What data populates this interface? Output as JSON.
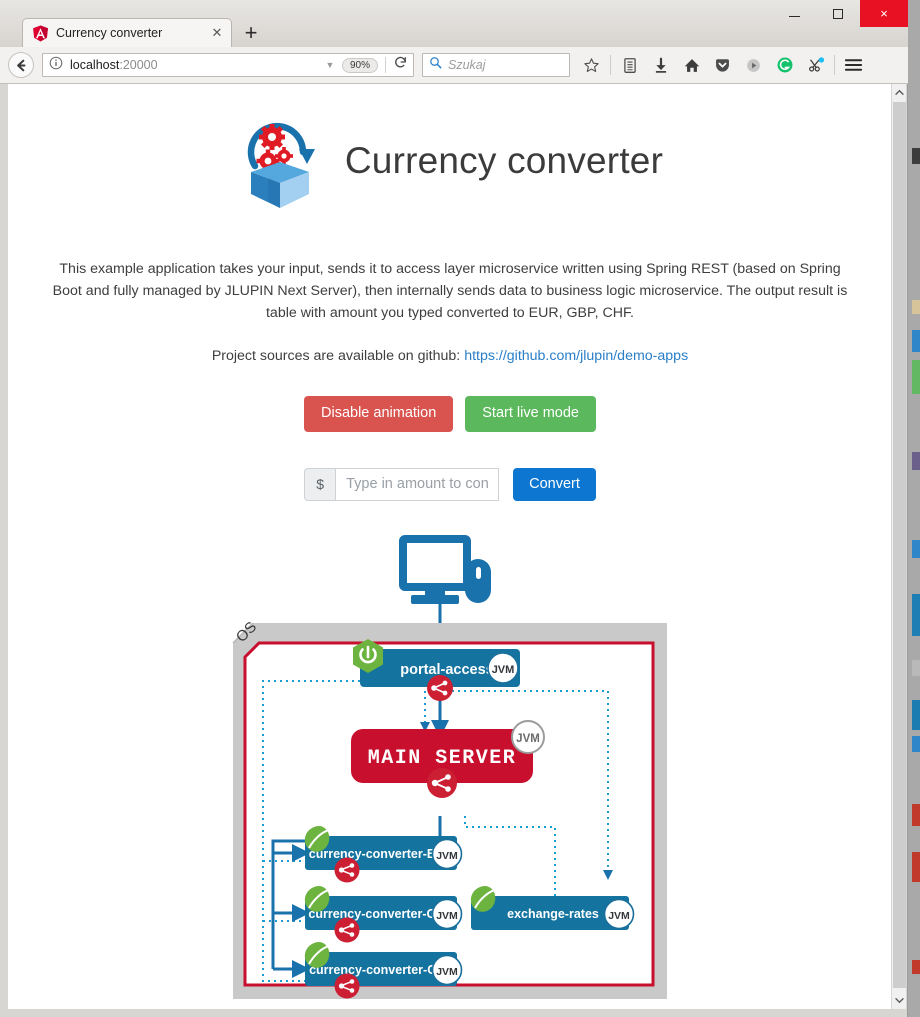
{
  "window": {
    "minimize_label": "minimize",
    "maximize_label": "maximize",
    "close_label": "×"
  },
  "tab": {
    "title": "Currency converter",
    "close_label": "✕",
    "newtab_label": "+",
    "favicon_name": "angular-logo-icon"
  },
  "toolbar": {
    "back_label": "←",
    "url_host": "localhost",
    "url_port": ":20000",
    "url_dropdown_label": "▼",
    "zoom_level": "90%",
    "reload_label": "⟳",
    "search_placeholder": "Szukaj",
    "icons": [
      {
        "name": "bookmark-star-icon",
        "label": "☆"
      },
      {
        "name": "library-icon",
        "label": "▤"
      },
      {
        "name": "downloads-icon",
        "label": "⬇"
      },
      {
        "name": "home-icon",
        "label": "⌂"
      },
      {
        "name": "pocket-icon",
        "label": "▽"
      },
      {
        "name": "media-play-icon",
        "label": "▶"
      },
      {
        "name": "grammarly-icon",
        "label": "G"
      },
      {
        "name": "clip-scissors-icon",
        "label": "✂"
      },
      {
        "name": "hamburger-menu-icon",
        "label": "☰"
      }
    ]
  },
  "page": {
    "title": "Currency converter",
    "logo_name": "currency-converter-logo",
    "description": "This example application takes your input, sends it to access layer microservice written using Spring REST (based on Spring Boot and fully managed by JLUPIN Next Server), then internally sends data to business logic microservice. The output result is table with amount you typed converted to EUR, GBP, CHF.",
    "sources_prefix": "Project sources are available on github: ",
    "sources_link": "https://github.com/jlupin/demo-apps",
    "buttons": {
      "disable_animation": "Disable animation",
      "start_live_mode": "Start live mode",
      "convert": "Convert"
    },
    "amount_field": {
      "addon": "$",
      "placeholder": "Type in amount to convert",
      "value": ""
    }
  },
  "diagram": {
    "os_label": "OS",
    "client_icon_name": "desktop-monitor-mouse-icon",
    "nodes": [
      {
        "id": "portal-access",
        "label": "portal-access",
        "jvm_badge": "JVM",
        "icon": "spring-boot-icon",
        "share_icon": "share-network-icon"
      },
      {
        "id": "main-server",
        "label": "MAIN SERVER",
        "jvm_badge": "JVM",
        "share_icon": "share-network-icon"
      },
      {
        "id": "currency-converter-eur",
        "label": "currency-converter-EUR",
        "jvm_badge": "JVM",
        "icon": "spring-leaf-icon",
        "share_icon": "share-network-icon"
      },
      {
        "id": "currency-converter-gbp",
        "label": "currency-converter-GBP",
        "jvm_badge": "JVM",
        "icon": "spring-leaf-icon",
        "share_icon": "share-network-icon"
      },
      {
        "id": "currency-converter-chf",
        "label": "currency-converter-CHF",
        "jvm_badge": "JVM",
        "icon": "spring-leaf-icon",
        "share_icon": "share-network-icon"
      },
      {
        "id": "exchange-rates",
        "label": "exchange-rates",
        "jvm_badge": "JVM",
        "icon": "spring-leaf-icon"
      }
    ]
  },
  "colors": {
    "danger": "#d9534f",
    "success": "#5cb85c",
    "primary": "#0d76d1",
    "node_blue": "#14739f",
    "node_red": "#c8102e",
    "spring_green": "#6db33f",
    "link_blue": "#2a7fc9",
    "os_gray": "#c9c9c9"
  },
  "scrollbar": {
    "up_label": "▲",
    "down_label": "▼"
  }
}
